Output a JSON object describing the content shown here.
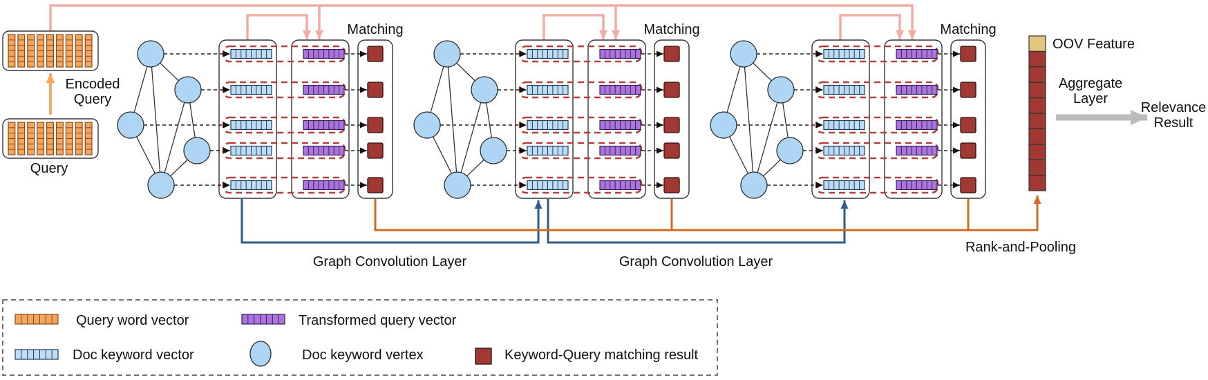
{
  "figure": {
    "description": "Graph-based keyword-query matching architecture"
  },
  "labels": {
    "matching": "Matching",
    "encoded_query": [
      "Encoded",
      "Query"
    ],
    "query": "Query",
    "graph_conv": "Graph Convolution Layer",
    "rank_pooling": "Rank-and-Pooling",
    "oov": "OOV Feature",
    "aggregate": [
      "Aggregate",
      "Layer"
    ],
    "relevance": [
      "Relevance",
      "Result"
    ]
  },
  "legend": {
    "items": [
      {
        "key": "query-word-vector",
        "label": "Query word vector"
      },
      {
        "key": "transformed-query-vector",
        "label": "Transformed query vector"
      },
      {
        "key": "doc-keyword-vector",
        "label": "Doc keyword vector"
      },
      {
        "key": "doc-keyword-vertex",
        "label": "Doc keyword vertex"
      },
      {
        "key": "keyword-query-matching-result",
        "label": "Keyword-Query matching result"
      }
    ]
  },
  "structure": {
    "num_blocks": 3,
    "rows_per_block": 5,
    "graph_vertices_per_block": 5,
    "cells_per_vector": 8,
    "query_bars": 9,
    "cells_per_query_bar": 6,
    "stack_cells": 10,
    "legend_chip_cells": 7
  },
  "colors": {
    "query_cell": "#F3A65B",
    "query_cell_border": "#8A4A1C",
    "query_arrow": "#F5A860",
    "doc_cell": "#BEDDF4",
    "doc_cell_border": "#1D3A5F",
    "transformed_cell": "#AC74DC",
    "transformed_cell_border": "#35205A",
    "vertex_fill": "#AED6F4",
    "vertex_border": "#2B2B2B",
    "match_fill": "#A03834",
    "match_border": "#2E100E",
    "oov_fill": "#E3C67F",
    "pink": "#F3ABA5",
    "orange": "#D2691E",
    "navy": "#2B5C8A",
    "gray": "#BBBBBB",
    "dashed_red": "#B4403C",
    "outline": "#333333",
    "connector": "#222222",
    "text": "#111111"
  }
}
